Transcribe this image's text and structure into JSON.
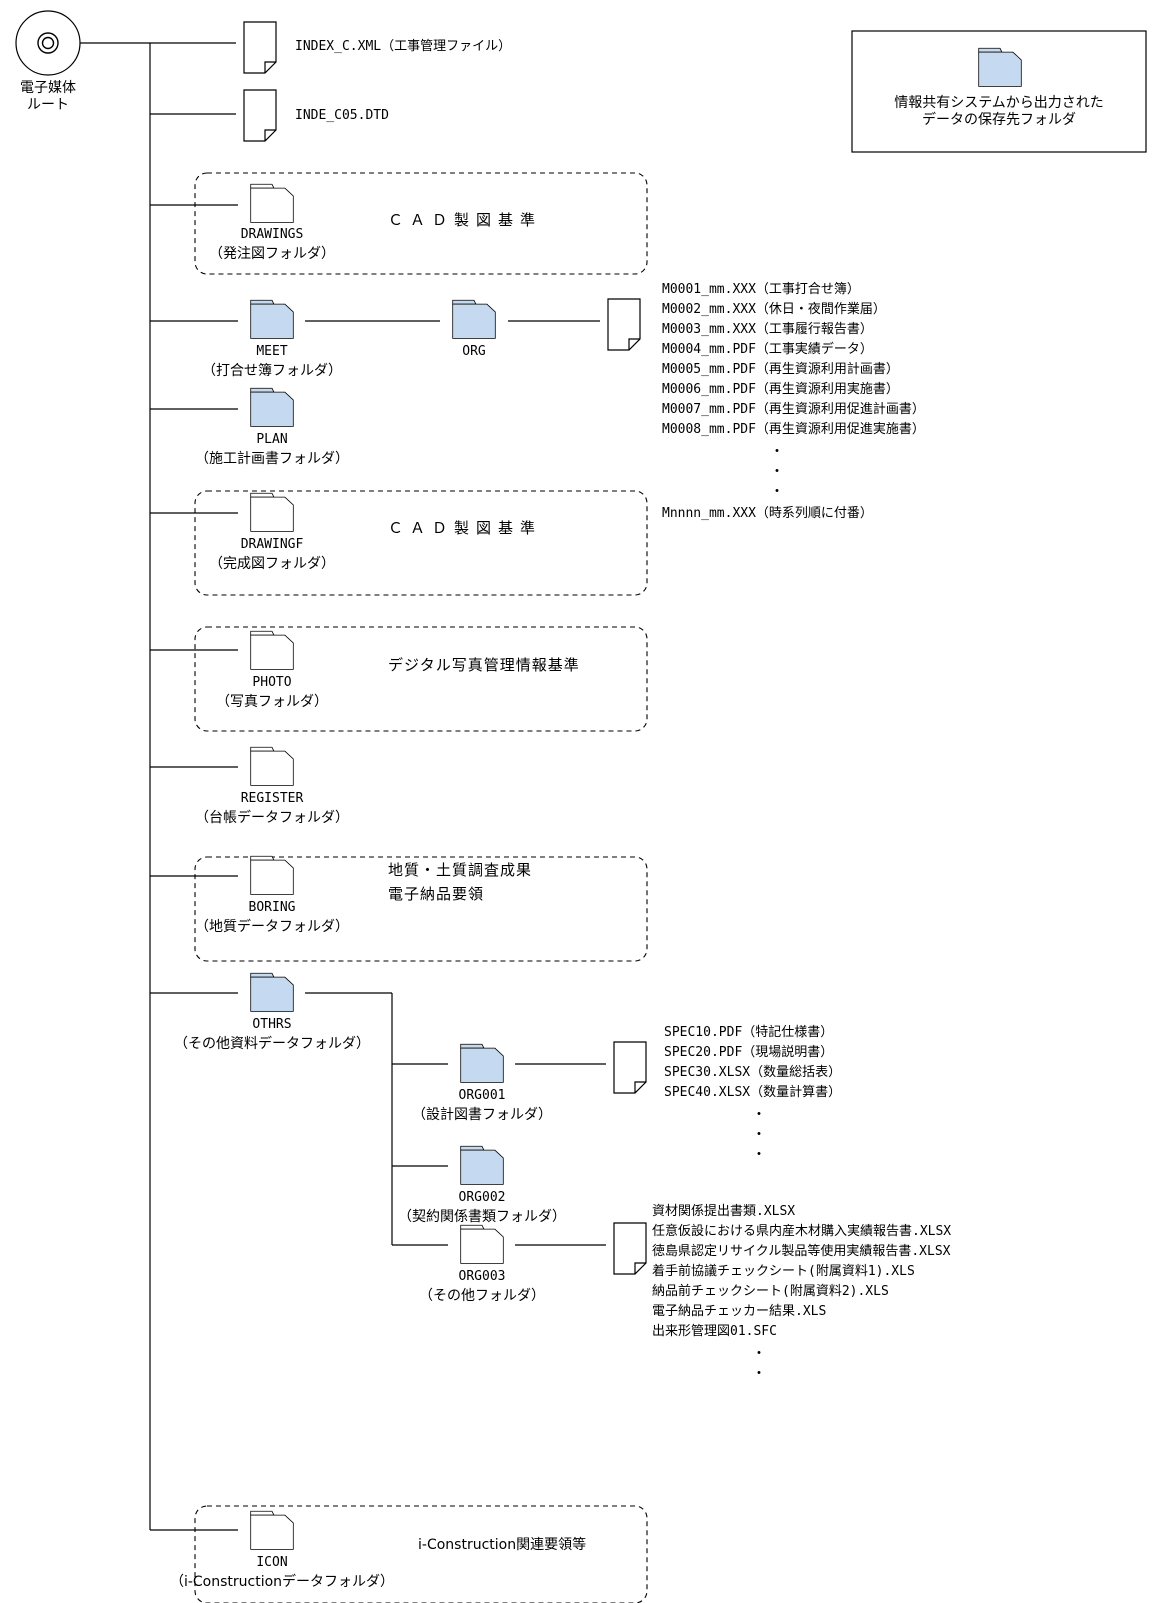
{
  "root": {
    "label": "電子媒体\nルート",
    "icon": "cd-disc-icon"
  },
  "files": {
    "index_xml": "INDEX_C.XML（工事管理ファイル）",
    "index_dtd": "INDE_C05.DTD"
  },
  "legend": {
    "text": "情報共有システムから出力された\nデータの保存先フォルダ",
    "fill_color": "#c5daf0"
  },
  "folders": {
    "drawings": {
      "name": "DRAWINGS",
      "desc": "（発注図フォルダ）",
      "standard": "ＣＡＤ製図基準"
    },
    "meet": {
      "name": "MEET",
      "desc": "（打合せ簿フォルダ）",
      "sub": "ORG"
    },
    "plan": {
      "name": "PLAN",
      "desc": "（施工計画書フォルダ）"
    },
    "drawingf": {
      "name": "DRAWINGF",
      "desc": "（完成図フォルダ）",
      "standard": "ＣＡＤ製図基準"
    },
    "photo": {
      "name": "PHOTO",
      "desc": "（写真フォルダ）",
      "standard": "デジタル写真管理情報基準"
    },
    "register": {
      "name": "REGISTER",
      "desc": "（台帳データフォルダ）"
    },
    "boring": {
      "name": "BORING",
      "desc": "（地質データフォルダ）",
      "standard1": "地質・土質調査成果",
      "standard2": "電子納品要領"
    },
    "othrs": {
      "name": "OTHRS",
      "desc": "（その他資料データフォルダ）"
    },
    "org001": {
      "name": "ORG001",
      "desc": "（設計図書フォルダ）"
    },
    "org002": {
      "name": "ORG002",
      "desc": "（契約関係書類フォルダ）"
    },
    "org003": {
      "name": "ORG003",
      "desc": "（その他フォルダ）"
    },
    "icon": {
      "name": "ICON",
      "desc": "（i-Constructionデータフォルダ）",
      "standard": "i-Construction関連要領等"
    }
  },
  "meet_files": [
    "M0001_mm.XXX（工事打合せ簿）",
    "M0002_mm.XXX（休日・夜間作業届）",
    "M0003_mm.XXX（工事履行報告書）",
    "M0004_mm.PDF（工事実績データ）",
    "M0005_mm.PDF（再生資源利用計画書）",
    "M0006_mm.PDF（再生資源利用実施書）",
    "M0007_mm.PDF（再生資源利用促進計画書）",
    "M0008_mm.PDF（再生資源利用促進実施書）"
  ],
  "meet_last": "Mnnnn_mm.XXX（時系列順に付番）",
  "org001_files": [
    "SPEC10.PDF（特記仕様書）",
    "SPEC20.PDF（現場説明書）",
    "SPEC30.XLSX（数量総括表）",
    "SPEC40.XLSX（数量計算書）"
  ],
  "org003_files": [
    "資材関係提出書類.XLSX",
    "任意仮設における県内産木材購入実績報告書.XLSX",
    "徳島県認定リサイクル製品等使用実績報告書.XLSX",
    "着手前協議チェックシート(附属資料1).XLS",
    "納品前チェックシート(附属資料2).XLS",
    "電子納品チェッカー結果.XLS",
    "出来形管理図01.SFC"
  ],
  "ellipsis": "・"
}
